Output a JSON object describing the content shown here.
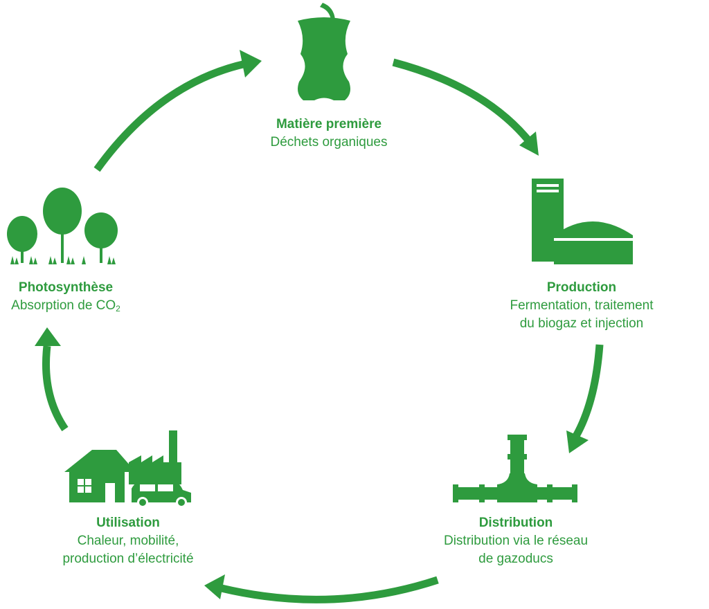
{
  "theme": {
    "accent": "#2e9b3e"
  },
  "stages": [
    {
      "title": "Matière première",
      "description": "Déchets organiques",
      "icon": "apple-core-icon"
    },
    {
      "title": "Production",
      "description_line1": "Fermentation, traitement",
      "description_line2": "du biogaz et injection",
      "icon": "biogas-plant-icon"
    },
    {
      "title": "Distribution",
      "description_line1": "Distribution via le réseau",
      "description_line2": "de gazoducs",
      "icon": "pipeline-icon"
    },
    {
      "title": "Utilisation",
      "description_line1": "Chaleur, mobilité,",
      "description_line2": "production d’électricité",
      "icon": "house-factory-car-icon"
    },
    {
      "title": "Photosynthèse",
      "description_prefix": "Absorption de CO",
      "description_sub": "2",
      "icon": "trees-icon"
    }
  ]
}
